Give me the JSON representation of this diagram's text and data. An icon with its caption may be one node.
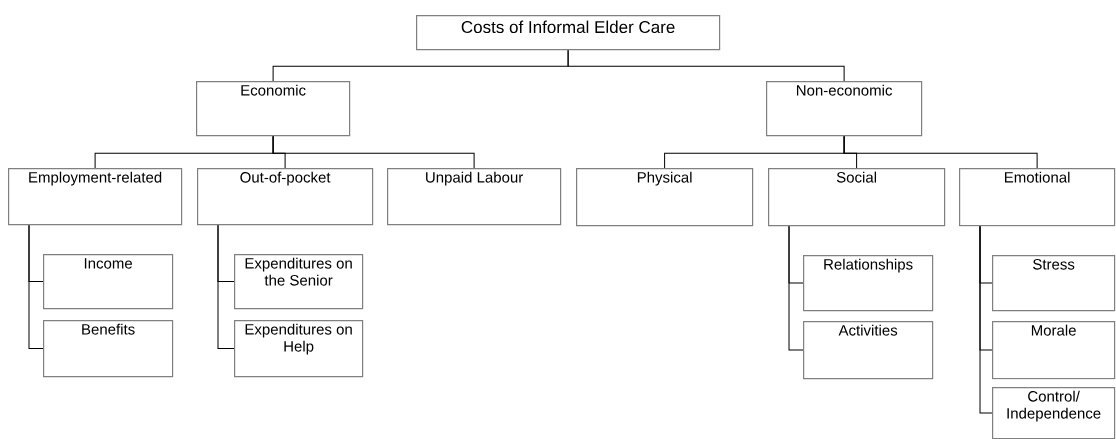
{
  "diagram": {
    "nodes": [
      {
        "text": [
          "Costs of Informal Elder Care"
        ]
      },
      {
        "text": [
          "Economic"
        ]
      },
      {
        "text": [
          "Non-economic"
        ]
      },
      {
        "text": [
          "Employment-related"
        ]
      },
      {
        "text": [
          "Out-of-pocket"
        ]
      },
      {
        "text": [
          "Unpaid Labour"
        ]
      },
      {
        "text": [
          "Physical"
        ]
      },
      {
        "text": [
          "Social"
        ]
      },
      {
        "text": [
          "Emotional"
        ]
      },
      {
        "text": [
          "Income"
        ]
      },
      {
        "text": [
          "Benefits"
        ]
      },
      {
        "text": [
          "Expenditures on the Senior"
        ]
      },
      {
        "text": [
          "Expenditures on Help"
        ]
      },
      {
        "text": [
          "Relationships"
        ]
      },
      {
        "text": [
          "Activities"
        ]
      },
      {
        "text": [
          "Stress"
        ]
      },
      {
        "text": [
          "Morale"
        ]
      },
      {
        "text": [
          "Control/ Independence"
        ]
      }
    ],
    "edges": [
      {
        "from": 0,
        "to": 1,
        "arrow": "none"
      },
      {
        "from": 0,
        "to": 2,
        "arrow": "none"
      },
      {
        "from": 1,
        "to": 3,
        "arrow": "none"
      },
      {
        "from": 1,
        "to": 4,
        "arrow": "none"
      },
      {
        "from": 1,
        "to": 5,
        "arrow": "none"
      },
      {
        "from": 2,
        "to": 6,
        "arrow": "none"
      },
      {
        "from": 2,
        "to": 7,
        "arrow": "none"
      },
      {
        "from": 2,
        "to": 8,
        "arrow": "none"
      },
      {
        "from": 3,
        "to": 9,
        "arrow": "none"
      },
      {
        "from": 3,
        "to": 10,
        "arrow": "none"
      },
      {
        "from": 4,
        "to": 11,
        "arrow": "none"
      },
      {
        "from": 4,
        "to": 12,
        "arrow": "none"
      },
      {
        "from": 7,
        "to": 13,
        "arrow": "none"
      },
      {
        "from": 7,
        "to": 14,
        "arrow": "none"
      },
      {
        "from": 8,
        "to": 15,
        "arrow": "none"
      },
      {
        "from": 8,
        "to": 16,
        "arrow": "none"
      },
      {
        "from": 8,
        "to": 17,
        "arrow": "none"
      }
    ]
  }
}
